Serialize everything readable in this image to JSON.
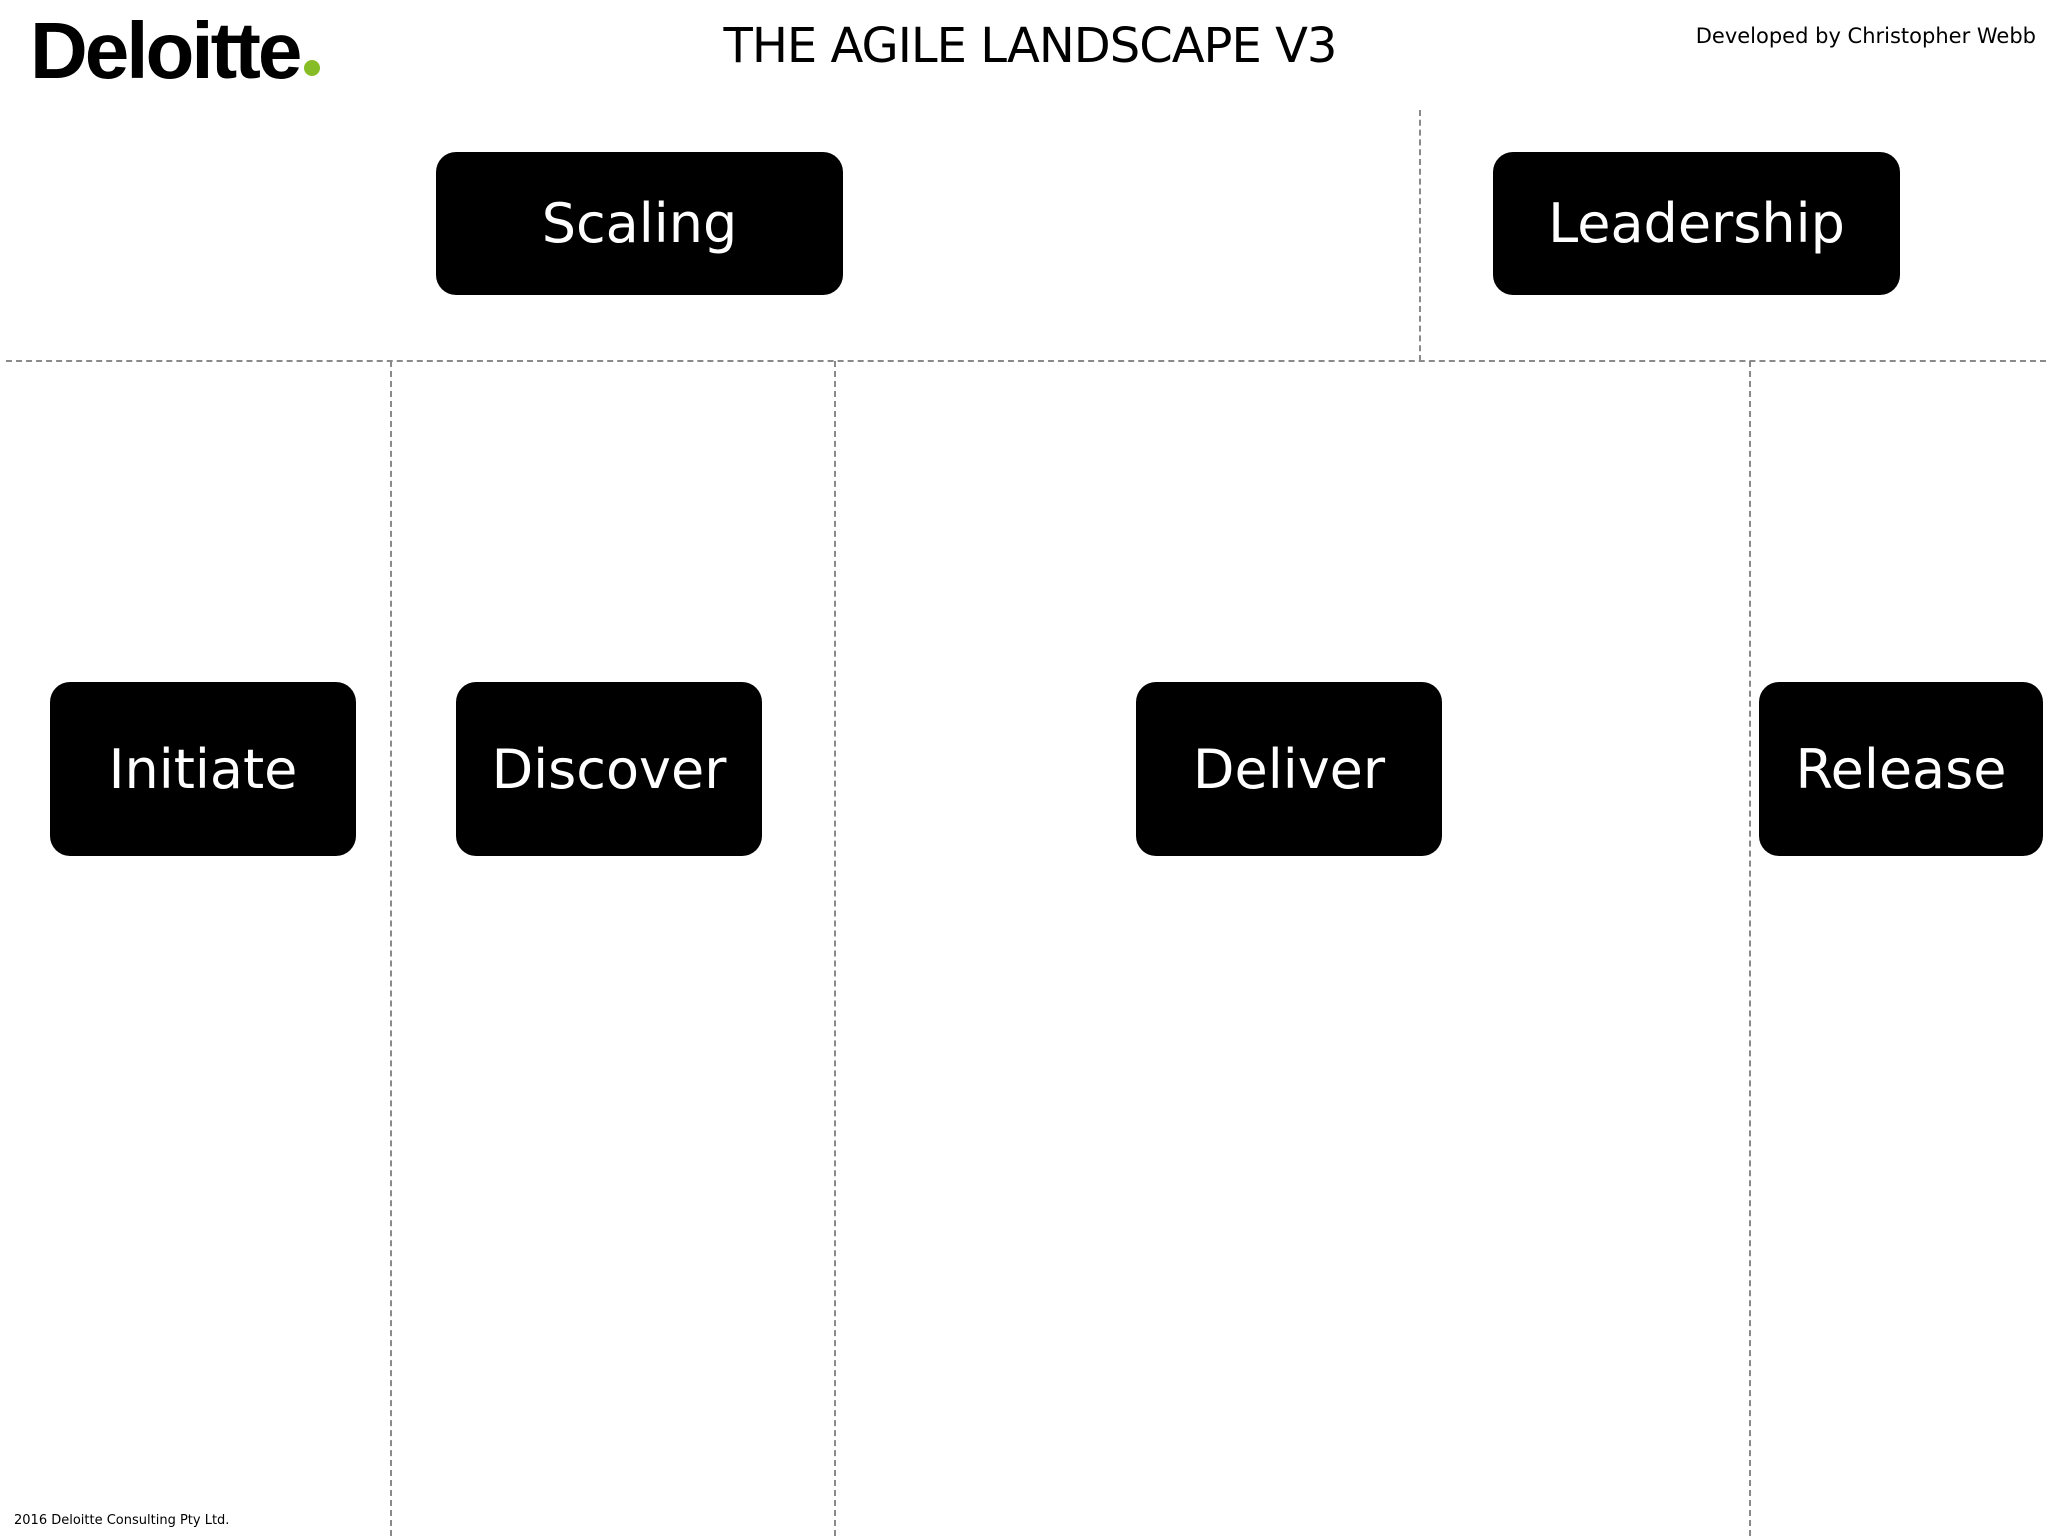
{
  "header": {
    "logo_text": "Deloitte",
    "logo_dot_color": "#86BC25",
    "title": "THE AGILE LANDSCAPE V3",
    "credit": "Developed by Christopher Webb"
  },
  "top_row": {
    "scaling": "Scaling",
    "leadership": "Leadership"
  },
  "phases": {
    "initiate": "Initiate",
    "discover": "Discover",
    "deliver": "Deliver",
    "release": "Release"
  },
  "footer": {
    "copyright": "2016 Deloitte Consulting Pty Ltd."
  }
}
